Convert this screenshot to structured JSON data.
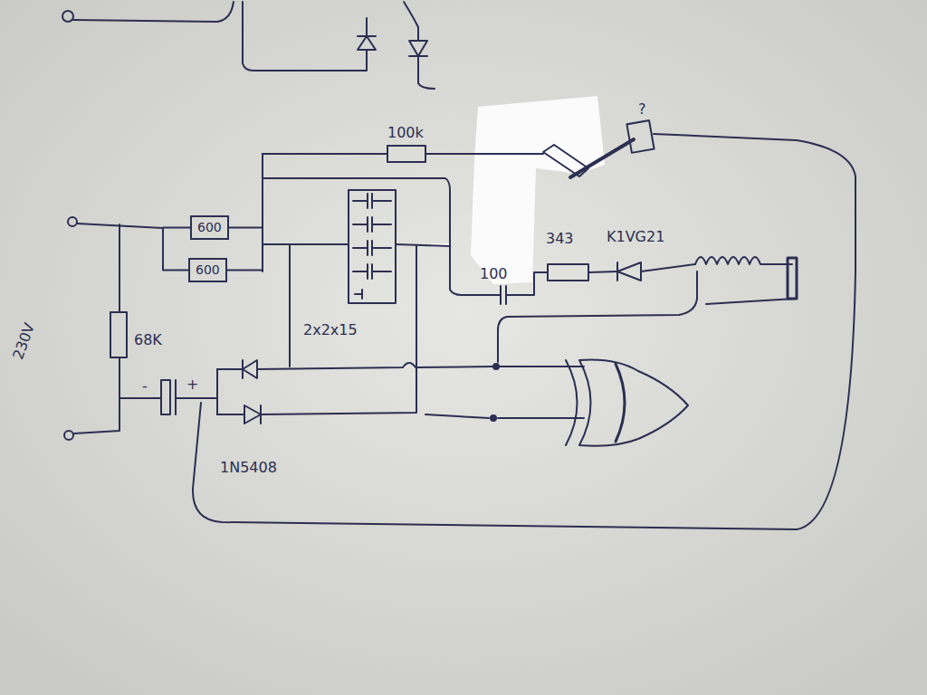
{
  "diagram": {
    "nodes": [
      {
        "text": [
          "600"
        ]
      },
      {
        "text": [
          "600"
        ]
      }
    ],
    "edges": [
      {
        "from": 0,
        "to": 1,
        "arrow": "none"
      },
      {
        "from": 0,
        "to": 1,
        "arrow": "none"
      }
    ],
    "labels": [
      "100k",
      "?",
      "K1VG21",
      "343",
      "100",
      "2x2x15",
      "68K",
      "230V",
      "-",
      "+",
      "1N5408"
    ]
  }
}
